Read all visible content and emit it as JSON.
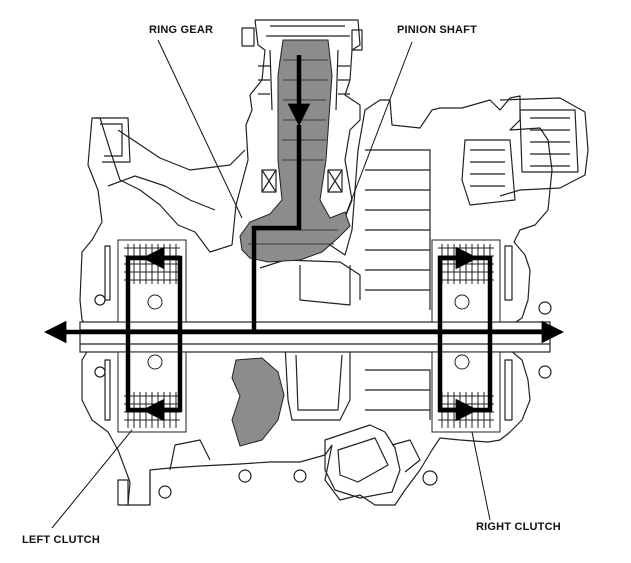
{
  "labels": {
    "ring_gear": "RING GEAR",
    "pinion_shaft": "PINION SHAFT",
    "left_clutch": "LEFT CLUTCH",
    "right_clutch": "RIGHT CLUTCH"
  },
  "colors": {
    "line": "#222222",
    "flow_arrow": "#000000",
    "shaded_gear": "#8c8c8c",
    "background": "#ffffff"
  }
}
